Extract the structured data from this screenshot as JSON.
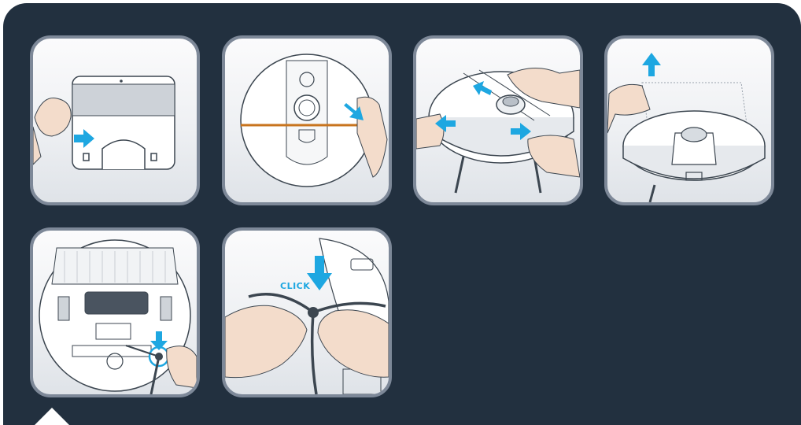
{
  "colors": {
    "panel_background": "#22303f",
    "card_border": "#7d8898",
    "accent_arrow": "#1ea7e1",
    "strap": "#c8741e",
    "skin": "#f3dccb"
  },
  "steps": [
    {
      "icon": "dock-bag-removal-illustration"
    },
    {
      "icon": "robot-top-strap-illustration"
    },
    {
      "icon": "robot-cover-release-illustration"
    },
    {
      "icon": "robot-lift-cover-illustration"
    },
    {
      "icon": "robot-underside-brush-illustration"
    },
    {
      "icon": "side-brush-install-illustration"
    }
  ],
  "step6": {
    "click_text": "CLICK"
  }
}
